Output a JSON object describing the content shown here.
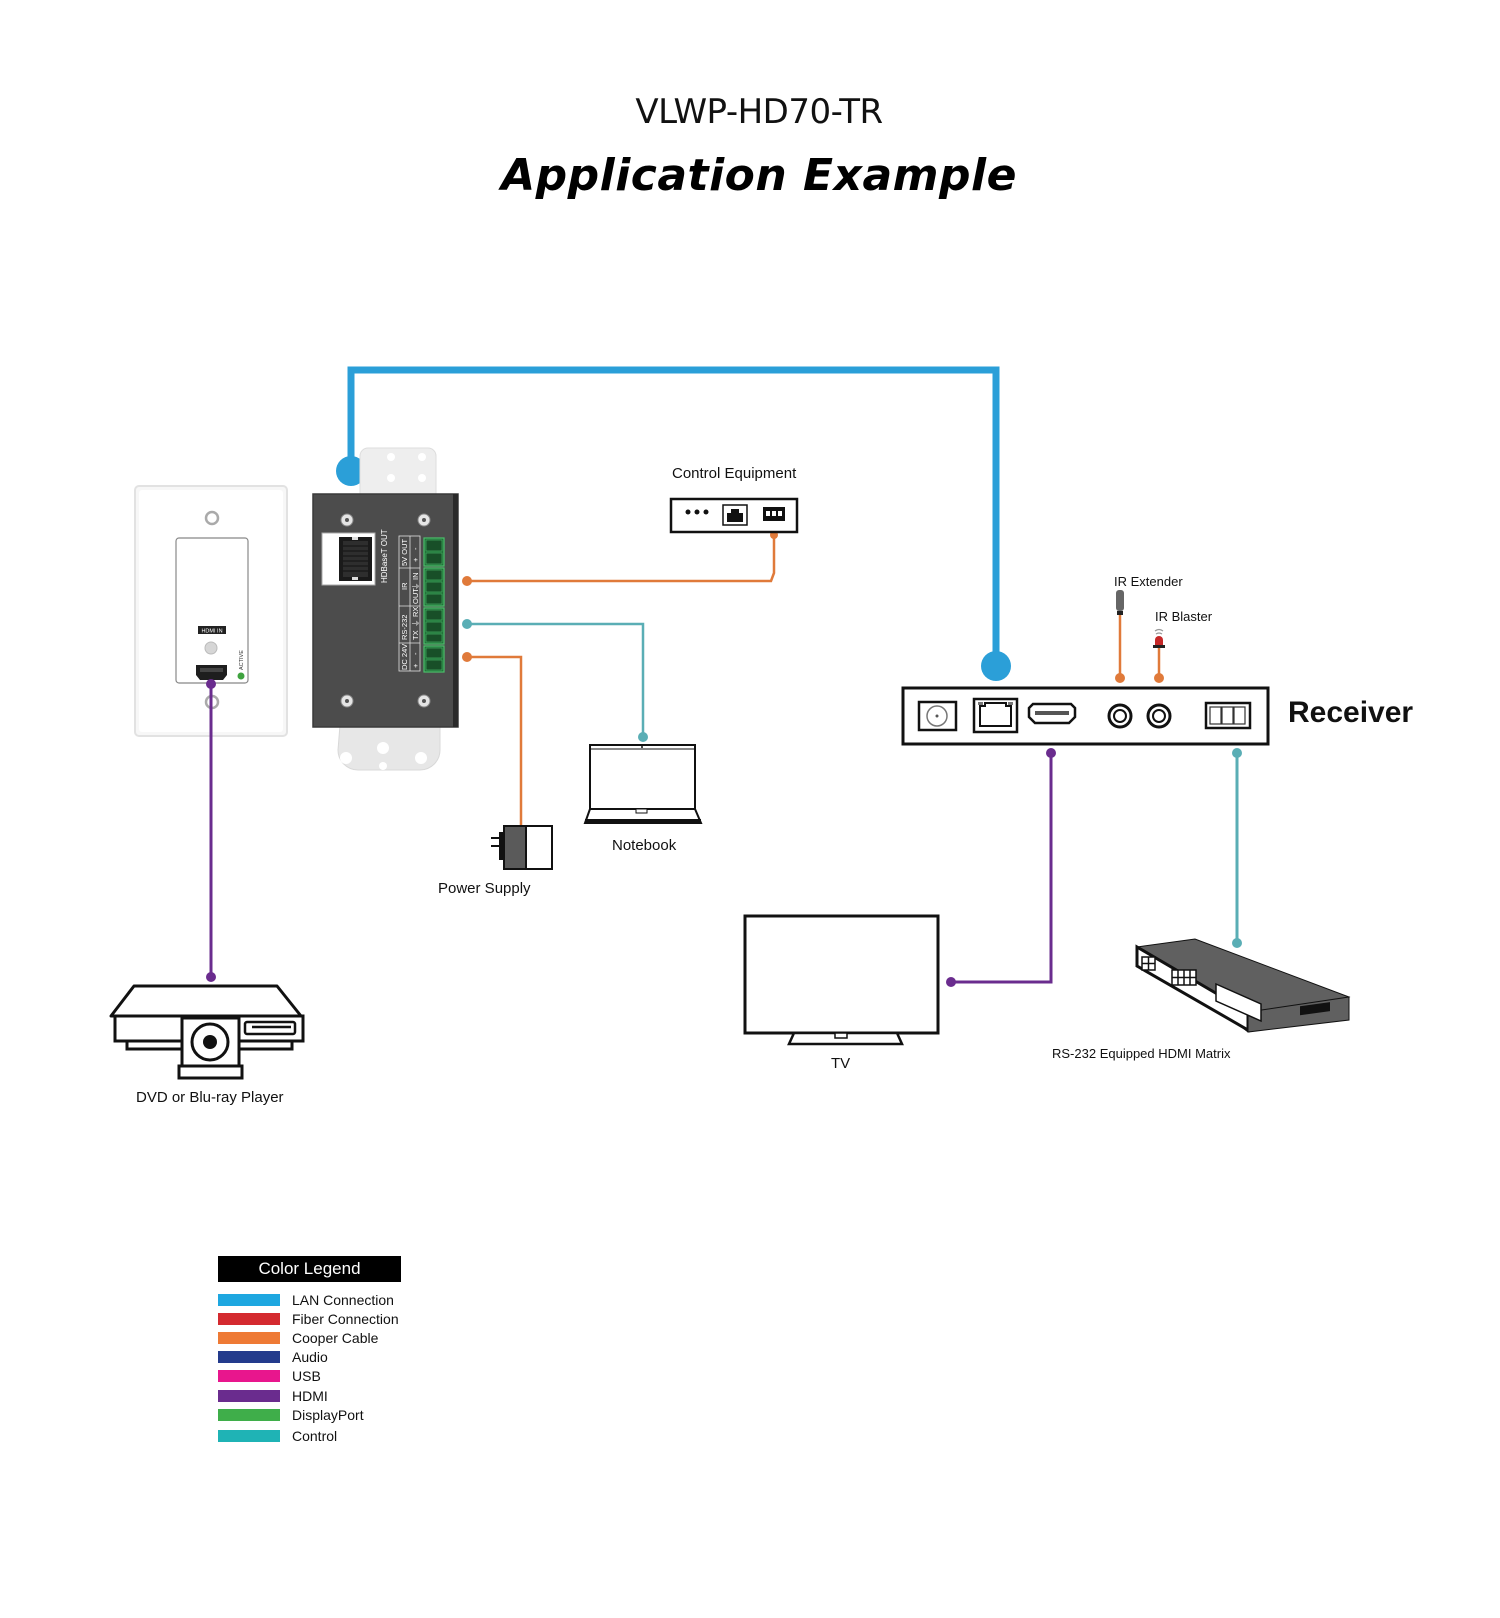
{
  "header": {
    "model": "VLWP-HD70-TR",
    "title": "Application Example"
  },
  "colors": {
    "lan": "#2b9fd8",
    "copper": "#e07a3a",
    "hdmi": "#6a2c8e",
    "control": "#5aaeb5",
    "panel_dark": "#4a4a4a",
    "terminal_green": "#3da05a"
  },
  "devices": {
    "wall_plate": {
      "hdmi_in_label": "HDMI IN",
      "active_label": "ACTIVE"
    },
    "transmitter": {
      "hdbaset_label": "HDBaseT OUT",
      "terminal_groups": [
        {
          "name": "5V OUT",
          "pins": [
            "+",
            "-"
          ]
        },
        {
          "name": "IR",
          "pins": [
            "OUT",
            "⏚",
            "IN"
          ]
        },
        {
          "name": "RS-232",
          "pins": [
            "TX",
            "⏚",
            "RX"
          ]
        },
        {
          "name": "DC 24V",
          "pins": [
            "+",
            "-"
          ]
        }
      ]
    },
    "control_equipment": "Control Equipment",
    "notebook": "Notebook",
    "power_supply": "Power Supply",
    "dvd_player": "DVD or Blu-ray Player",
    "receiver": "Receiver",
    "ir_extender": "IR Extender",
    "ir_blaster": "IR Blaster",
    "tv": "TV",
    "hdmi_matrix": "RS-232 Equipped HDMI Matrix"
  },
  "legend": {
    "title": "Color Legend",
    "items": [
      {
        "label": "LAN Connection",
        "color": "#1ea7e0"
      },
      {
        "label": "Fiber Connection",
        "color": "#d42a2f"
      },
      {
        "label": "Cooper Cable",
        "color": "#ee7a35"
      },
      {
        "label": "Audio",
        "color": "#233b8c"
      },
      {
        "label": "USB",
        "color": "#e8168d"
      },
      {
        "label": "HDMI",
        "color": "#6a2c8e"
      },
      {
        "label": "DisplayPort",
        "color": "#3fae4a"
      },
      {
        "label": "Control",
        "color": "#1fb3b5"
      }
    ]
  }
}
